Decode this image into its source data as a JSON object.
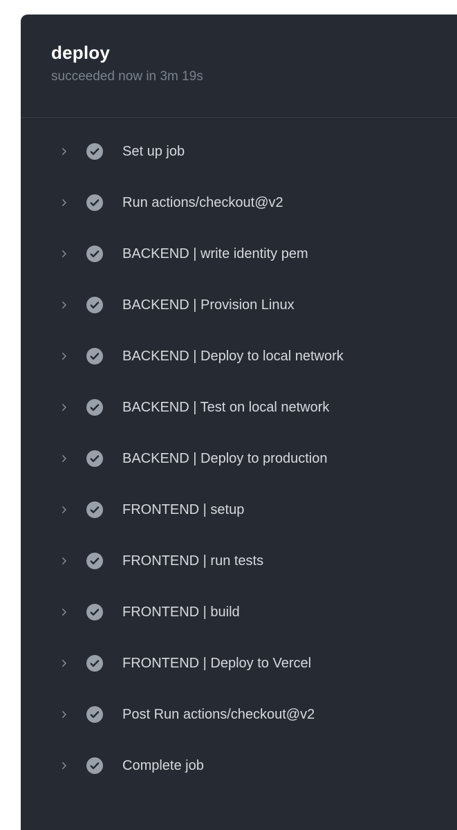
{
  "header": {
    "title": "deploy",
    "status": "succeeded now in 3m 19s"
  },
  "steps": [
    {
      "label": "Set up job",
      "state": "success"
    },
    {
      "label": "Run actions/checkout@v2",
      "state": "success"
    },
    {
      "label": "BACKEND | write identity pem",
      "state": "success"
    },
    {
      "label": "BACKEND | Provision Linux",
      "state": "success"
    },
    {
      "label": "BACKEND | Deploy to local network",
      "state": "success"
    },
    {
      "label": "BACKEND | Test on local network",
      "state": "success"
    },
    {
      "label": "BACKEND | Deploy to production",
      "state": "success"
    },
    {
      "label": "FRONTEND | setup",
      "state": "success"
    },
    {
      "label": "FRONTEND | run tests",
      "state": "success"
    },
    {
      "label": "FRONTEND | build",
      "state": "success"
    },
    {
      "label": "FRONTEND | Deploy to Vercel",
      "state": "success"
    },
    {
      "label": "Post Run actions/checkout@v2",
      "state": "success"
    },
    {
      "label": "Complete job",
      "state": "success"
    }
  ],
  "icons": {
    "expand": "chevron-right-icon",
    "status": "check-circle-icon"
  },
  "colors": {
    "page_bg": "#ffffff",
    "panel_bg": "#262b33",
    "title_text": "#ffffff",
    "status_text": "#7b828c",
    "step_text": "#d6dade",
    "chevron": "#878e97",
    "check_circle_fill": "#9aa0a9",
    "check_mark": "#262b33",
    "divider": "#3c424b"
  }
}
